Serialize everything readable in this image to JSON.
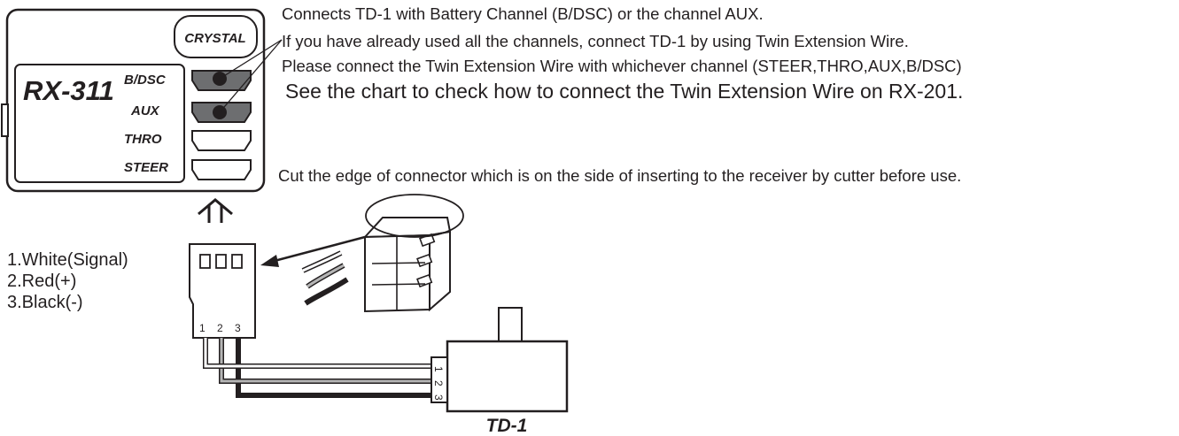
{
  "receiver": {
    "model": "RX-311",
    "crystal_label": "CRYSTAL",
    "channels": [
      "B/DSC",
      "AUX",
      "THRO",
      "STEER"
    ],
    "used_channels": [
      "B/DSC",
      "AUX"
    ]
  },
  "notes": {
    "line1": "Connects TD-1 with Battery Channel (B/DSC) or the channel AUX.",
    "line2": "If you have already used all the channels, connect TD-1 by using Twin Extension Wire.",
    "line3": "Please connect the Twin Extension Wire with whichever channel (STEER,THRO,AUX,B/DSC)",
    "line4": "See the chart to check how to connect the Twin Extension Wire on RX-201.",
    "cut_note": "Cut the edge of connector which is on the side of inserting to the receiver by cutter before use."
  },
  "pinout": [
    "1.White(Signal)",
    "2.Red(+)",
    "3.Black(-)"
  ],
  "plug_pin_numbers": [
    "1",
    "2",
    "3"
  ],
  "device": {
    "name": "TD-1",
    "pin_numbers": [
      "1",
      "2",
      "3"
    ]
  },
  "colors": {
    "ink": "#231f20",
    "wire_white": "#ffffff",
    "wire_red": "#b5b5b5",
    "wire_black": "#231f20",
    "port_used": "#6d6e70"
  }
}
